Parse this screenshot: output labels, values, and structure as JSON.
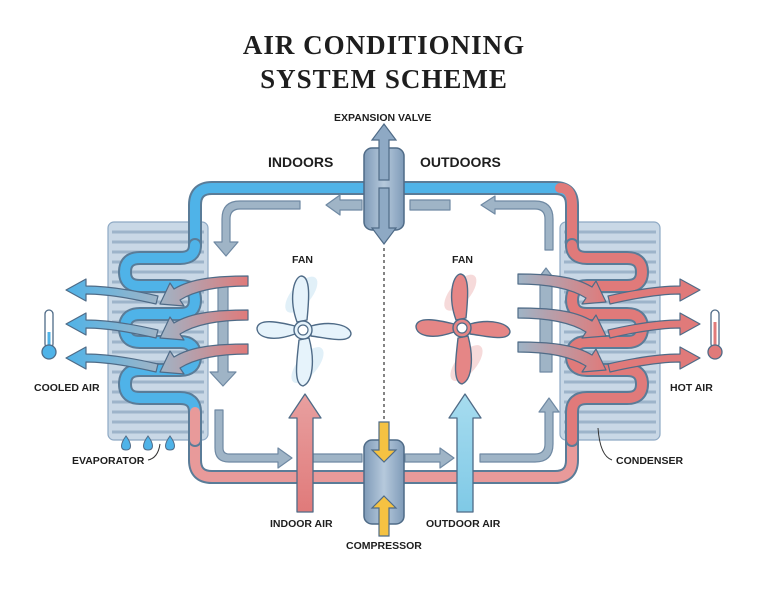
{
  "title": {
    "line1": "AIR CONDITIONING",
    "line2": "SYSTEM SCHEME"
  },
  "labels": {
    "expansion_valve": "EXPANSION VALVE",
    "indoors": "INDOORS",
    "outdoors": "OUTDOORS",
    "fan_left": "FAN",
    "fan_right": "FAN",
    "cooled_air": "COOLED AIR",
    "hot_air": "HOT AIR",
    "evaporator": "EVAPORATOR",
    "condenser": "CONDENSER",
    "indoor_air": "INDOOR AIR",
    "outdoor_air": "OUTDOOR AIR",
    "compressor": "COMPRESSOR"
  },
  "colors": {
    "cold": "#4fb3e8",
    "hot": "#e07a7a",
    "pipe_gray": "#9fb4c6",
    "coil": "#b9cbdc",
    "valve": "#8ea9c4",
    "arrow_yellow": "#f5c242"
  }
}
